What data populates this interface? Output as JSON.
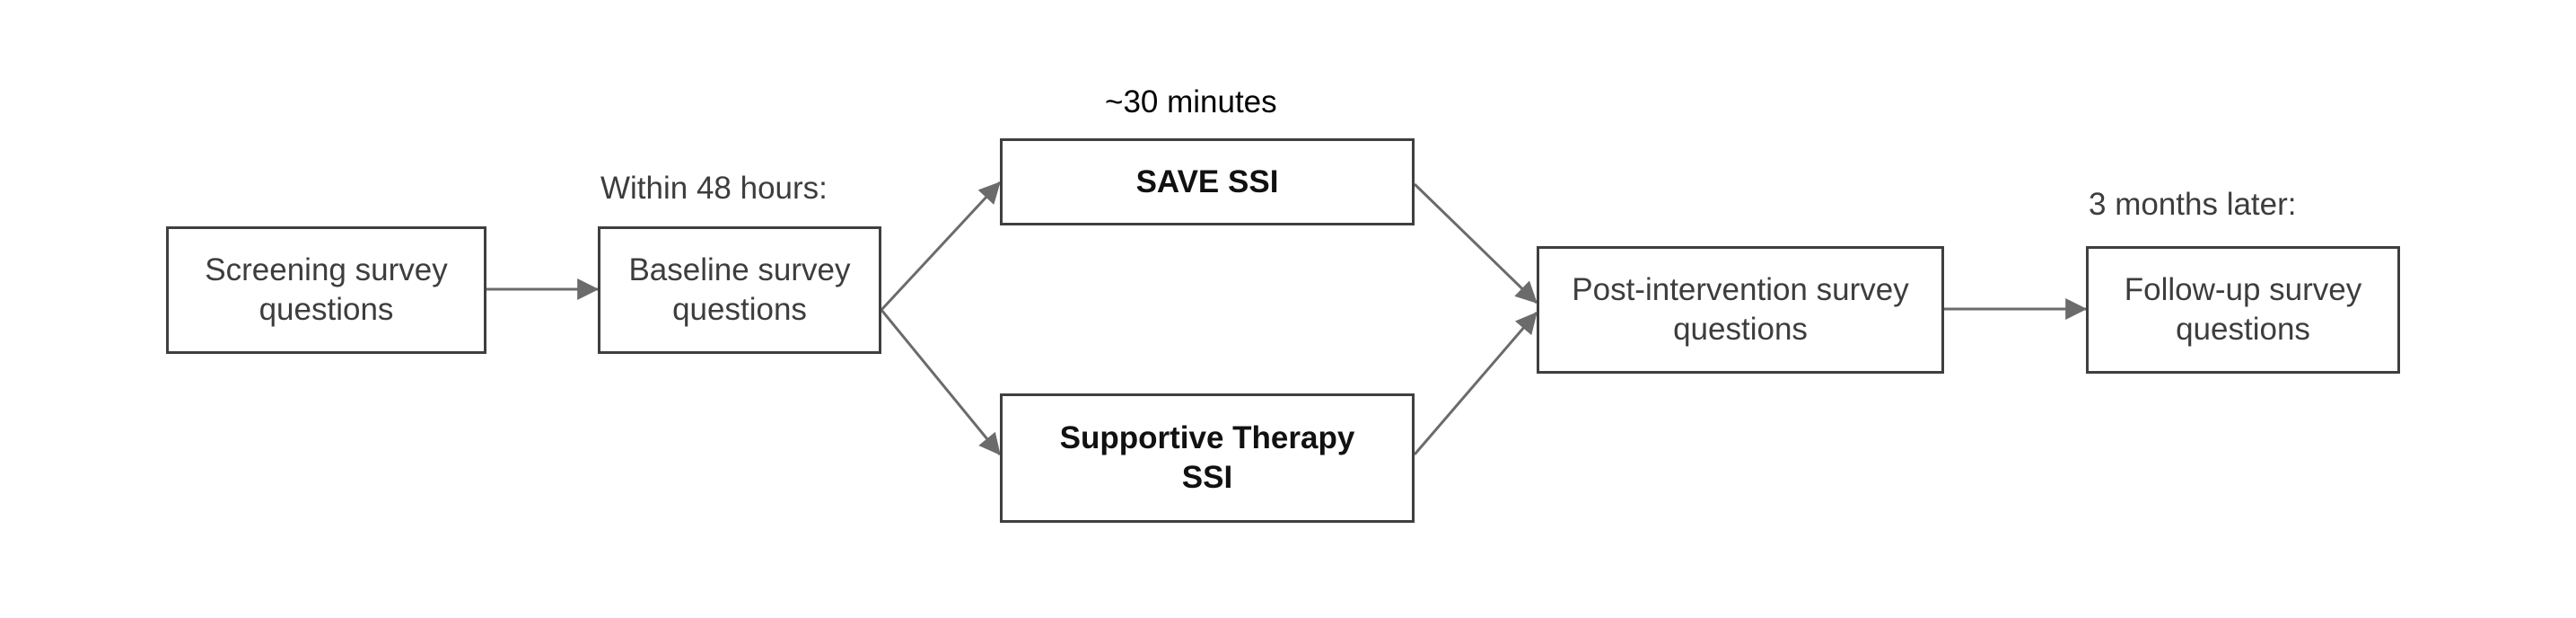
{
  "boxes": {
    "screening": "Screening survey questions",
    "baseline": "Baseline survey questions",
    "save_ssi": "SAVE SSI",
    "supportive": "Supportive Therapy SSI",
    "post": "Post-intervention survey questions",
    "followup": "Follow-up survey questions"
  },
  "labels": {
    "duration": "~30 minutes",
    "within": "Within 48 hours:",
    "later": "3 months later:"
  },
  "colors": {
    "border": "#3f3f3f",
    "arrow": "#6b6b6b",
    "text": "#3d3d3d"
  }
}
